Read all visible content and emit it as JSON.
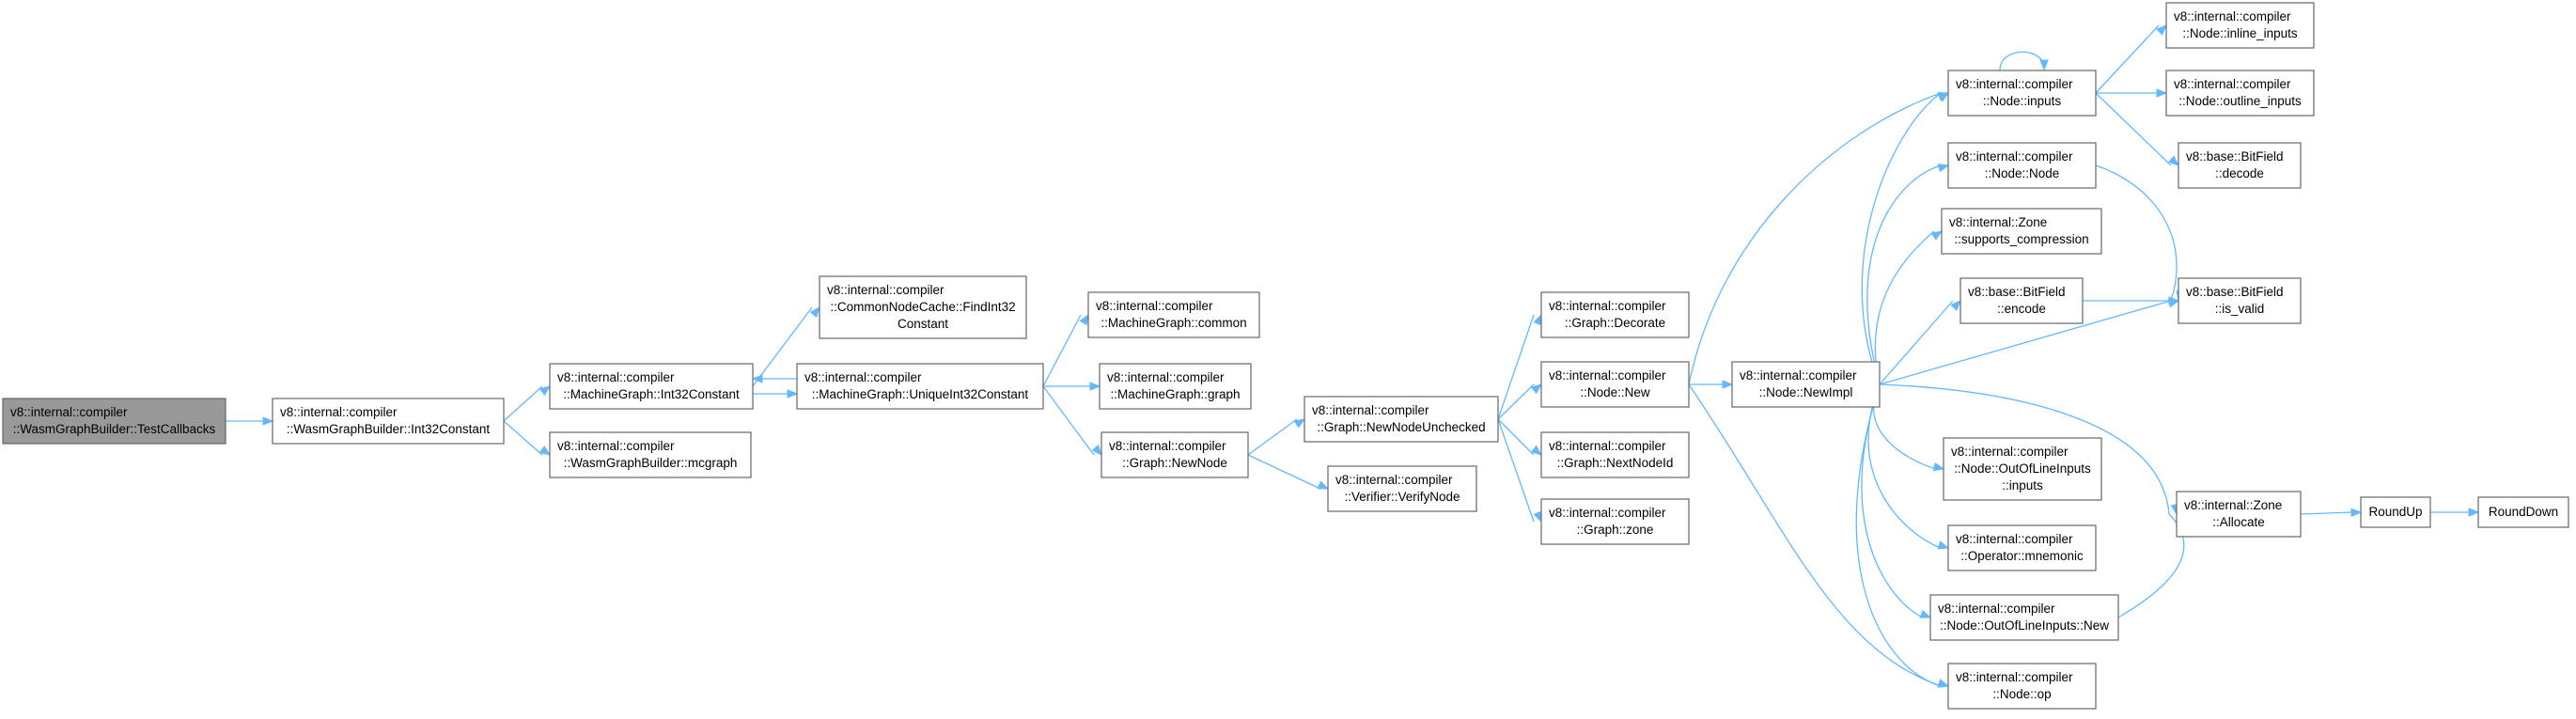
{
  "diagram": {
    "type": "call-graph",
    "colors": {
      "edge": "#63b8ff",
      "node_border": "#666666",
      "root_fill": "#999999",
      "node_fill": "#ffffff"
    },
    "nodes": [
      {
        "id": "n0",
        "lines": [
          "v8::internal::compiler",
          "::WasmGraphBuilder::TestCallbacks"
        ],
        "root": true
      },
      {
        "id": "n1",
        "lines": [
          "v8::internal::compiler",
          "::WasmGraphBuilder::Int32Constant"
        ]
      },
      {
        "id": "n2",
        "lines": [
          "v8::internal::compiler",
          "::MachineGraph::Int32Constant"
        ]
      },
      {
        "id": "n3",
        "lines": [
          "v8::internal::compiler",
          "::WasmGraphBuilder::mcgraph"
        ]
      },
      {
        "id": "n4",
        "lines": [
          "v8::internal::compiler",
          "::CommonNodeCache::FindInt32",
          "Constant"
        ]
      },
      {
        "id": "n5",
        "lines": [
          "v8::internal::compiler",
          "::MachineGraph::UniqueInt32Constant"
        ]
      },
      {
        "id": "n6",
        "lines": [
          "v8::internal::compiler",
          "::MachineGraph::common"
        ]
      },
      {
        "id": "n7",
        "lines": [
          "v8::internal::compiler",
          "::MachineGraph::graph"
        ]
      },
      {
        "id": "n8",
        "lines": [
          "v8::internal::compiler",
          "::Graph::NewNode"
        ]
      },
      {
        "id": "n9",
        "lines": [
          "v8::internal::compiler",
          "::Graph::NewNodeUnchecked"
        ]
      },
      {
        "id": "n10",
        "lines": [
          "v8::internal::compiler",
          "::Verifier::VerifyNode"
        ]
      },
      {
        "id": "n11",
        "lines": [
          "v8::internal::compiler",
          "::Graph::Decorate"
        ]
      },
      {
        "id": "n12",
        "lines": [
          "v8::internal::compiler",
          "::Node::New"
        ]
      },
      {
        "id": "n13",
        "lines": [
          "v8::internal::compiler",
          "::Graph::NextNodeId"
        ]
      },
      {
        "id": "n14",
        "lines": [
          "v8::internal::compiler",
          "::Graph::zone"
        ]
      },
      {
        "id": "n15",
        "lines": [
          "v8::internal::compiler",
          "::Node::NewImpl"
        ]
      },
      {
        "id": "n16",
        "lines": [
          "v8::internal::compiler",
          "::Node::inputs"
        ]
      },
      {
        "id": "n17",
        "lines": [
          "v8::internal::compiler",
          "::Node::Node"
        ]
      },
      {
        "id": "n18",
        "lines": [
          "v8::internal::Zone",
          "::supports_compression"
        ]
      },
      {
        "id": "n19",
        "lines": [
          "v8::base::BitField",
          "::encode"
        ]
      },
      {
        "id": "n20",
        "lines": [
          "v8::internal::compiler",
          "::Node::OutOfLineInputs",
          "::inputs"
        ]
      },
      {
        "id": "n21",
        "lines": [
          "v8::internal::compiler",
          "::Operator::mnemonic"
        ]
      },
      {
        "id": "n22",
        "lines": [
          "v8::internal::compiler",
          "::Node::OutOfLineInputs::New"
        ]
      },
      {
        "id": "n23",
        "lines": [
          "v8::internal::compiler",
          "::Node::op"
        ]
      },
      {
        "id": "n24",
        "lines": [
          "v8::internal::compiler",
          "::Node::inline_inputs"
        ]
      },
      {
        "id": "n25",
        "lines": [
          "v8::internal::compiler",
          "::Node::outline_inputs"
        ]
      },
      {
        "id": "n26",
        "lines": [
          "v8::base::BitField",
          "::decode"
        ]
      },
      {
        "id": "n27",
        "lines": [
          "v8::base::BitField",
          "::is_valid"
        ]
      },
      {
        "id": "n28",
        "lines": [
          "v8::internal::Zone",
          "::Allocate"
        ]
      },
      {
        "id": "n29",
        "lines": [
          "RoundUp"
        ]
      },
      {
        "id": "n30",
        "lines": [
          "RoundDown"
        ]
      }
    ],
    "edges": [
      [
        "n0",
        "n1"
      ],
      [
        "n1",
        "n2"
      ],
      [
        "n1",
        "n3"
      ],
      [
        "n2",
        "n4"
      ],
      [
        "n2",
        "n5"
      ],
      [
        "n5",
        "n2"
      ],
      [
        "n5",
        "n6"
      ],
      [
        "n5",
        "n7"
      ],
      [
        "n5",
        "n8"
      ],
      [
        "n8",
        "n9"
      ],
      [
        "n8",
        "n10"
      ],
      [
        "n9",
        "n11"
      ],
      [
        "n9",
        "n12"
      ],
      [
        "n9",
        "n13"
      ],
      [
        "n9",
        "n14"
      ],
      [
        "n12",
        "n15"
      ],
      [
        "n12",
        "n16"
      ],
      [
        "n12",
        "n23"
      ],
      [
        "n15",
        "n16"
      ],
      [
        "n15",
        "n17"
      ],
      [
        "n15",
        "n18"
      ],
      [
        "n15",
        "n19"
      ],
      [
        "n15",
        "n20"
      ],
      [
        "n15",
        "n21"
      ],
      [
        "n15",
        "n22"
      ],
      [
        "n15",
        "n23"
      ],
      [
        "n15",
        "n27"
      ],
      [
        "n15",
        "n28"
      ],
      [
        "n16",
        "n16"
      ],
      [
        "n16",
        "n24"
      ],
      [
        "n16",
        "n25"
      ],
      [
        "n16",
        "n26"
      ],
      [
        "n17",
        "n27"
      ],
      [
        "n19",
        "n27"
      ],
      [
        "n22",
        "n28"
      ],
      [
        "n28",
        "n29"
      ],
      [
        "n29",
        "n30"
      ]
    ]
  }
}
